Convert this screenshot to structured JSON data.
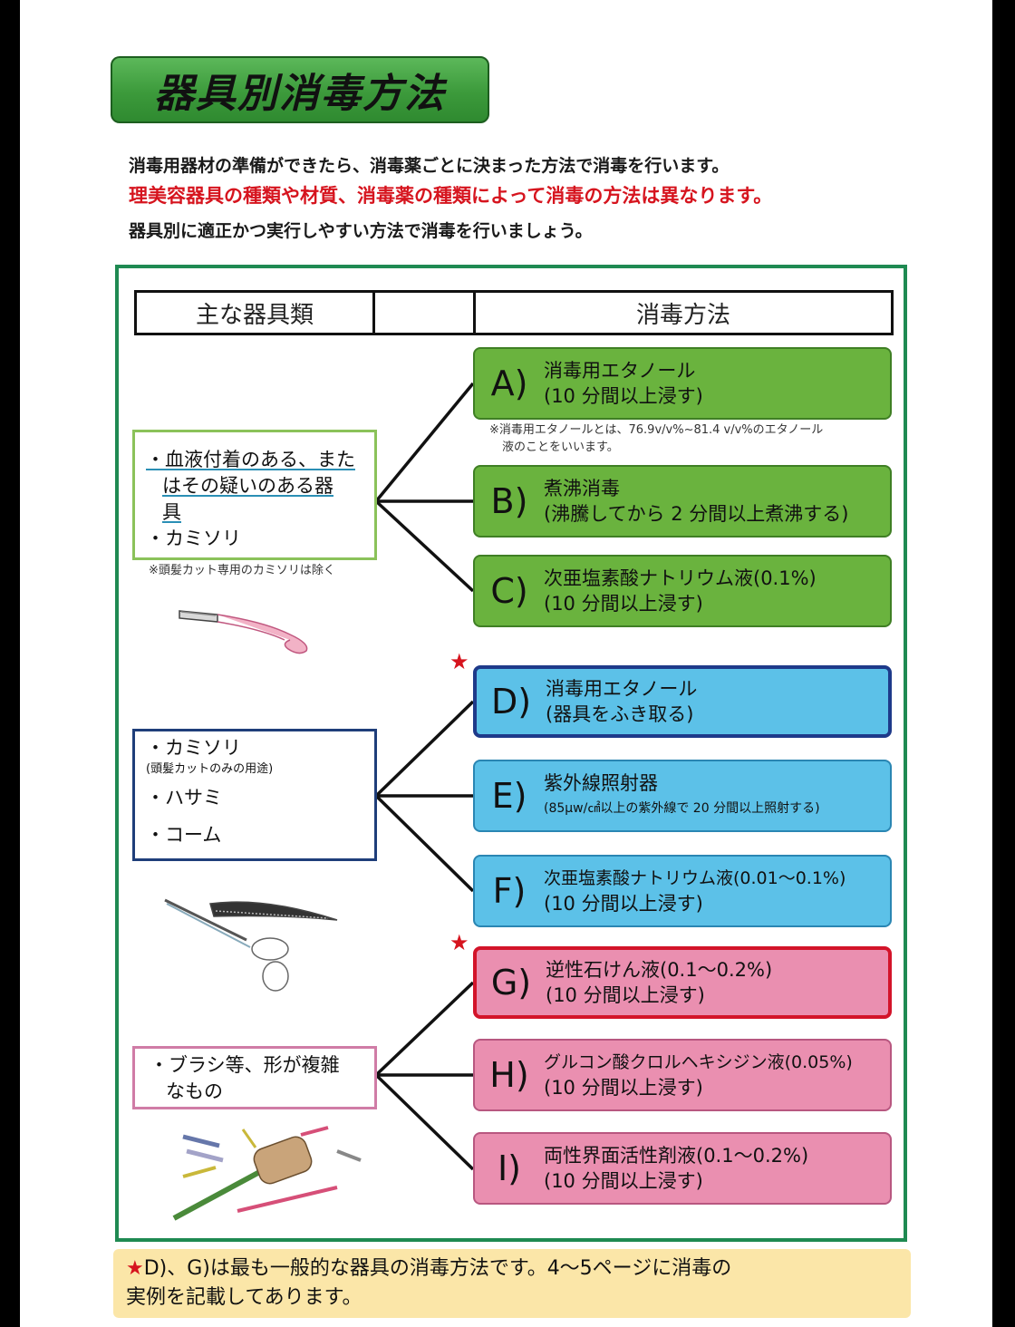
{
  "title": "器具別消毒方法",
  "intro": {
    "line1": "消毒用器材の準備ができたら、消毒薬ごとに決まった方法で消毒を行います。",
    "line2": "理美容器具の種類や材質、消毒薬の種類によって消毒の方法は異なります。",
    "line3": "器具別に適正かつ実行しやすい方法で消毒を行いましょう。"
  },
  "table": {
    "col_instruments": "主な器具類",
    "col_methods": "消毒方法"
  },
  "methods": [
    {
      "letter": "A)",
      "line1": "消毒用エタノール",
      "line2": "(10 分間以上浸す)"
    },
    {
      "letter": "B)",
      "line1": "煮沸消毒",
      "line2": "(沸騰してから 2 分間以上煮沸する)"
    },
    {
      "letter": "C)",
      "line1": "次亜塩素酸ナトリウム液(0.1%)",
      "line2": "(10 分間以上浸す)"
    },
    {
      "letter": "D)",
      "line1": "消毒用エタノール",
      "line2": "(器具をふき取る)"
    },
    {
      "letter": "E)",
      "line1": "紫外線照射器",
      "line2": "(85μw/㎠以上の紫外線で 20 分間以上照射する)"
    },
    {
      "letter": "F)",
      "line1": "次亜塩素酸ナトリウム液(0.01〜0.1%)",
      "line2": "(10 分間以上浸す)"
    },
    {
      "letter": "G)",
      "line1": "逆性石けん液(0.1〜0.2%)",
      "line2": "(10 分間以上浸す)"
    },
    {
      "letter": "H)",
      "line1": "グルコン酸クロルヘキシジン液(0.05%)",
      "line2": "(10 分間以上浸す)"
    },
    {
      "letter": "I)",
      "line1": "両性界面活性剤液(0.1〜0.2%)",
      "line2": "(10 分間以上浸す)"
    }
  ],
  "ethanol_note": {
    "line1": "※消毒用エタノールとは、76.9v/v%~81.4 v/v%のエタノール",
    "line2": "液のことをいいます。"
  },
  "groups": {
    "g1": {
      "item1_a": "・血液付着のある、また",
      "item1_b": "はその疑いのある器",
      "item1_c": "具",
      "item2": "・カミソリ",
      "note": "※頭髪カット専用のカミソリは除く"
    },
    "g2": {
      "item1": "・カミソリ",
      "item1_sub": "(頭髪カットのみの用途)",
      "item2": "・ハサミ",
      "item3": "・コーム"
    },
    "g3": {
      "item1_a": "・ブラシ等、形が複雑",
      "item1_b": "なもの"
    }
  },
  "star": "★",
  "footer": {
    "line1": "D)、G)は最も一般的な器具の消毒方法です。4〜5ページに消毒の",
    "line2": "実例を記載してあります。"
  },
  "colors": {
    "green": "#6ab33e",
    "blue": "#5cc1e8",
    "pink": "#ea8fb0",
    "frame": "#1f8a52",
    "red": "#d6141e"
  }
}
